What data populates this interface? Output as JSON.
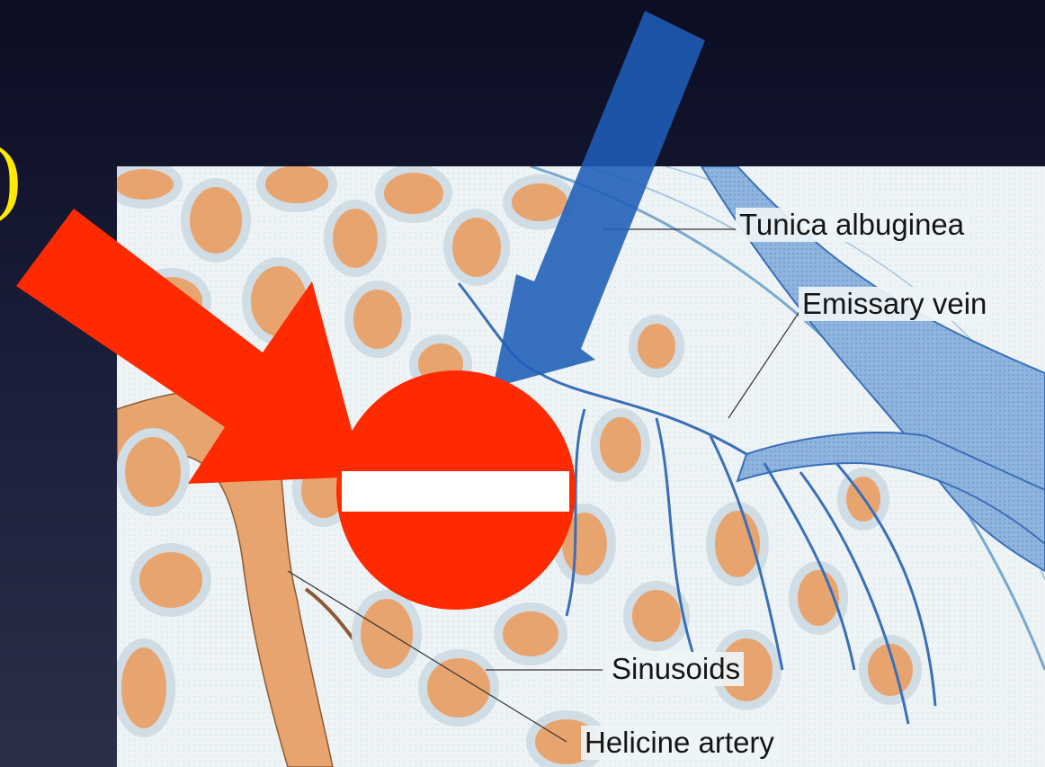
{
  "slide": {
    "partial_heading_text": ")",
    "heading_color": "#ffea00"
  },
  "figure": {
    "labels": {
      "tunica_albuginea": "Tunica albuginea",
      "emissary_vein": "Emissary vein",
      "sinusoids": "Sinusoids",
      "helicine_artery": "Helicine artery"
    },
    "colors": {
      "sinusoid_fill": "#e8a46f",
      "vein": "#3a6fb8",
      "vein_light": "#8fb4dd",
      "background": "#eef4f6"
    }
  },
  "overlays": {
    "red_arrow_color": "#ff2a00",
    "blue_arrow_color": "#1f5db8",
    "no_entry_sign_color": "#ff2a00",
    "no_entry_bar_color": "#ffffff"
  }
}
